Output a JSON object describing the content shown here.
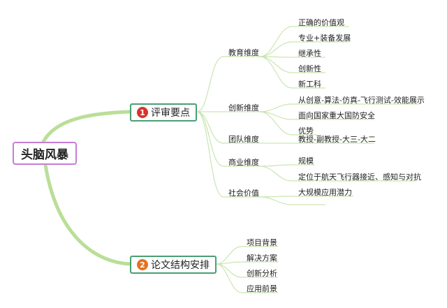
{
  "root": {
    "label": "头脑风暴"
  },
  "branch1": {
    "badge": "1",
    "label": "评审要点",
    "badge_color": "#d9332b",
    "children": [
      {
        "label": "教育维度",
        "leaves": [
          "正确的价值观",
          "专业+装备发展",
          "继承性",
          "创新性",
          "新工科"
        ]
      },
      {
        "label": "创新维度",
        "leaves": [
          "从创意-算法-仿真-飞行测试-效能展示",
          "面向国家重大国防安全",
          "优势"
        ]
      },
      {
        "label": "团队维度",
        "leaves": [
          "教授-副教授-大三-大二"
        ]
      },
      {
        "label": "商业维度",
        "leaves": [
          "规模",
          "定位于航天飞行器接近、感知与对抗"
        ]
      },
      {
        "label": "社会价值",
        "leaves": [
          "大规模应用潜力",
          ""
        ]
      }
    ]
  },
  "branch2": {
    "badge": "2",
    "label": "论文结构安排",
    "badge_color": "#e8711d",
    "children": [
      "项目背景",
      "解决方案",
      "创新分析",
      "应用前景"
    ]
  },
  "colors": {
    "root_border": "#c77bd6",
    "branch_border": "#4a9f73",
    "trunk": "#b9df96",
    "link": "#c9e6b2"
  }
}
